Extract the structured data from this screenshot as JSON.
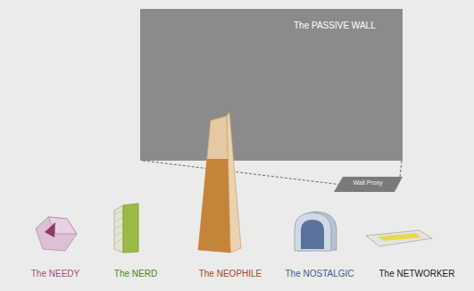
{
  "diagram": {
    "nodes": [
      {
        "text": [
          "The PASSIVE WALL"
        ]
      },
      {
        "text": [
          "Wall Proxy"
        ]
      },
      {
        "text": [
          "The NEEDY"
        ]
      },
      {
        "text": [
          "The NERD"
        ]
      },
      {
        "text": [
          "The NEOPHILE"
        ]
      },
      {
        "text": [
          "The NOSTALGIC"
        ]
      },
      {
        "text": [
          "The NETWORKER"
        ]
      }
    ],
    "edges": [
      {
        "from": 0,
        "to": 1,
        "arrow": "none"
      },
      {
        "from": 0,
        "to": 1,
        "arrow": "none"
      }
    ]
  }
}
